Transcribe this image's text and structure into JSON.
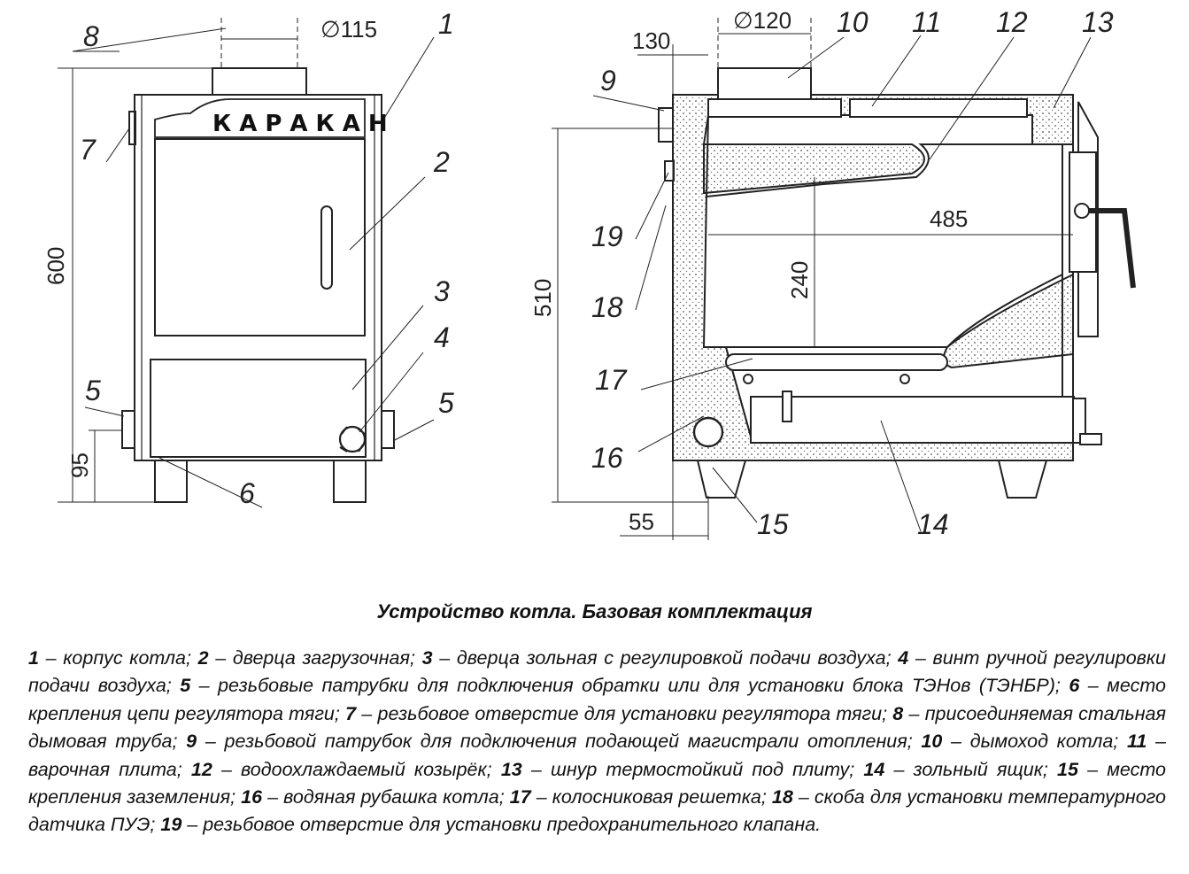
{
  "labels": {
    "front": [
      "8",
      "1",
      "7",
      "2",
      "3",
      "4",
      "5",
      "5",
      "6"
    ],
    "side": [
      "9",
      "10",
      "11",
      "12",
      "13",
      "19",
      "18",
      "17",
      "16",
      "15",
      "14"
    ]
  },
  "dimensions": {
    "d115": "∅115",
    "h600": "600",
    "h95": "95",
    "d120": "∅120",
    "w130": "130",
    "h510": "510",
    "h240": "240",
    "w485": "485",
    "w55": "55"
  },
  "brand": "КАРАКАН",
  "caption": {
    "title": "Устройство котла. Базовая комплектация",
    "items": [
      {
        "num": "1",
        "text": "корпус котла;"
      },
      {
        "num": "2",
        "text": "дверца загрузочная;"
      },
      {
        "num": "3",
        "text": "дверца зольная с регулировкой подачи воздуха;"
      },
      {
        "num": "4",
        "text": "винт ручной регулировки подачи воздуха;"
      },
      {
        "num": "5",
        "text": "резьбовые патрубки для подключения обратки или для установки блока ТЭНов (ТЭНБР);"
      },
      {
        "num": "6",
        "text": "место крепления цепи регулятора тяги;"
      },
      {
        "num": "7",
        "text": "резьбовое отверстие  для установки регулятора тяги;"
      },
      {
        "num": "8",
        "text": "присоединяемая стальная дымовая труба;"
      },
      {
        "num": "9",
        "text": "резьбовой патрубок для подключения подающей магистрали отопления;"
      },
      {
        "num": "10",
        "text": "дымоход котла;"
      },
      {
        "num": "11",
        "text": "варочная плита;"
      },
      {
        "num": "12",
        "text": "водоохлаждаемый козырёк;"
      },
      {
        "num": "13",
        "text": "шнур термостойкий под плиту;"
      },
      {
        "num": "14",
        "text": "зольный ящик;"
      },
      {
        "num": "15",
        "text": "место крепления заземления;"
      },
      {
        "num": "16",
        "text": "водяная рубашка котла;"
      },
      {
        "num": "17",
        "text": "колосниковая решетка;"
      },
      {
        "num": "18",
        "text": "скоба для установки температурного датчика ПУЭ;"
      },
      {
        "num": "19",
        "text": "резьбовое отверстие для установки предохранительного клапана."
      }
    ]
  }
}
